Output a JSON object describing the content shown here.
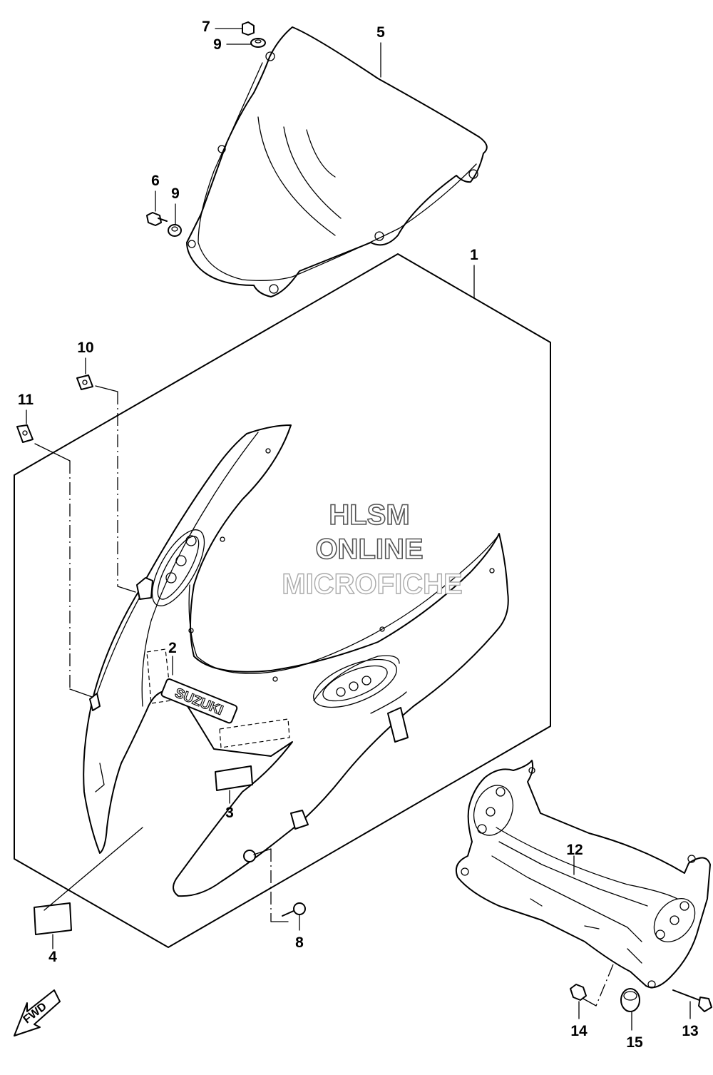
{
  "diagram": {
    "callouts": [
      {
        "id": "c1",
        "text": "1"
      },
      {
        "id": "c2",
        "text": "2"
      },
      {
        "id": "c3",
        "text": "3"
      },
      {
        "id": "c4",
        "text": "4"
      },
      {
        "id": "c5",
        "text": "5"
      },
      {
        "id": "c6",
        "text": "6"
      },
      {
        "id": "c7",
        "text": "7"
      },
      {
        "id": "c8",
        "text": "8"
      },
      {
        "id": "c9a",
        "text": "9"
      },
      {
        "id": "c9b",
        "text": "9"
      },
      {
        "id": "c10",
        "text": "10"
      },
      {
        "id": "c11",
        "text": "11"
      },
      {
        "id": "c12",
        "text": "12"
      },
      {
        "id": "c13",
        "text": "13"
      },
      {
        "id": "c14",
        "text": "14"
      },
      {
        "id": "c15",
        "text": "15"
      }
    ],
    "emblem_text": "SUZUKI",
    "direction_label": "FWD",
    "watermark": {
      "line1": "HLSM",
      "line2": "ONLINE",
      "line3": "MICROFICHE"
    }
  }
}
